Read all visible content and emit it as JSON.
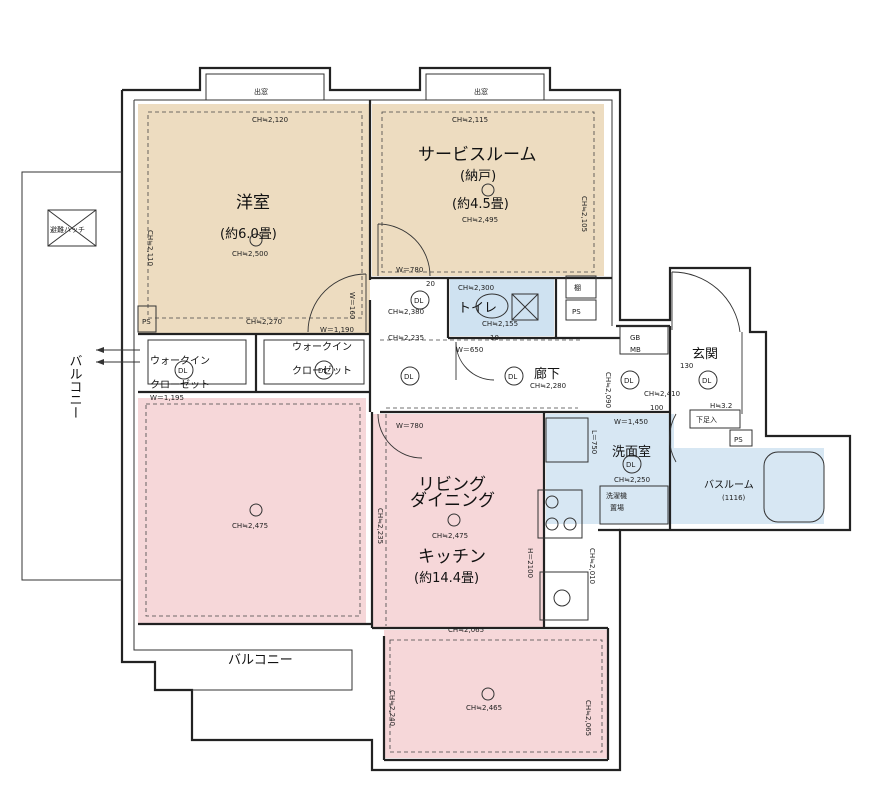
{
  "rooms": {
    "western": {
      "name": "洋室",
      "size": "(約6.0畳)",
      "ch": "CH≒2,500"
    },
    "service": {
      "name": "サービスルーム",
      "sub": "(納戸)",
      "size": "(約4.5畳)",
      "ch": "CH≒2,495"
    },
    "toilet": {
      "name": "トイレ",
      "ch_top": "CH≒2,300",
      "ch_bottom": "CH≒2,155"
    },
    "corridor": {
      "name": "廊下",
      "ch": "CH≒2,280"
    },
    "entrance": {
      "name": "玄関",
      "ch": "CH≒2,410"
    },
    "walkin_left": {
      "line1": "ウォークイン",
      "line2": "クローゼット"
    },
    "walkin_center": {
      "line1": "ウォークイン",
      "line2": "クローゼット"
    },
    "living": {
      "line1": "リビング",
      "line2": "ダイニング",
      "line3": "キッチン",
      "size": "(約14.4畳)",
      "ch": "CH≒2,475"
    },
    "left_lower": {
      "ch": "CH≒2,475"
    },
    "bottom_area": {
      "ch": "CH≒2,465"
    },
    "washroom": {
      "name": "洗面室",
      "ch": "CH≒2,250"
    },
    "bathroom": {
      "name": "バスルーム",
      "size": "(1116)"
    },
    "laundry": {
      "line1": "洗濯機",
      "line2": "置場"
    }
  },
  "labels": {
    "window_left": "出窓",
    "window_right": "出窓",
    "hatch": "避難ハッチ",
    "balcony_left": "バルコニー",
    "balcony_bottom": "バルコニー",
    "ps1": "PS",
    "ps2": "PS",
    "ps3": "PS",
    "gb": "GB",
    "mb": "MB",
    "shoebox": "下足入",
    "shelf": "棚",
    "dl": "DL"
  },
  "dims": {
    "ch_2120": "CH≒2,120",
    "ch_2115": "CH≒2,115",
    "ch_2110": "CH≒2,110",
    "ch_2105": "CH≒2,105",
    "ch_2270": "CH≒2,270",
    "ch_2380": "CH≒2,380",
    "ch_2235": "CH≒2,235",
    "ch_2235v": "CH≒2,235",
    "ch_2090": "CH≒2,090",
    "ch_2065": "CH≒2,065",
    "ch_2240": "CH≒2,240",
    "ch_2065v": "CH≒2,065",
    "ch_2010": "CH≒2,010",
    "w780a": "W＝780",
    "w780b": "W＝780",
    "w1190": "W＝1,190",
    "w1195": "W＝1,195",
    "w650": "W＝650",
    "w1450": "W＝1,450",
    "l750": "L＝750",
    "h2100": "H＝2100",
    "n100": "100",
    "n130": "130",
    "n20": "20",
    "n10": "10",
    "h1_32": "H≒3.2",
    "w160": "W＝160"
  }
}
